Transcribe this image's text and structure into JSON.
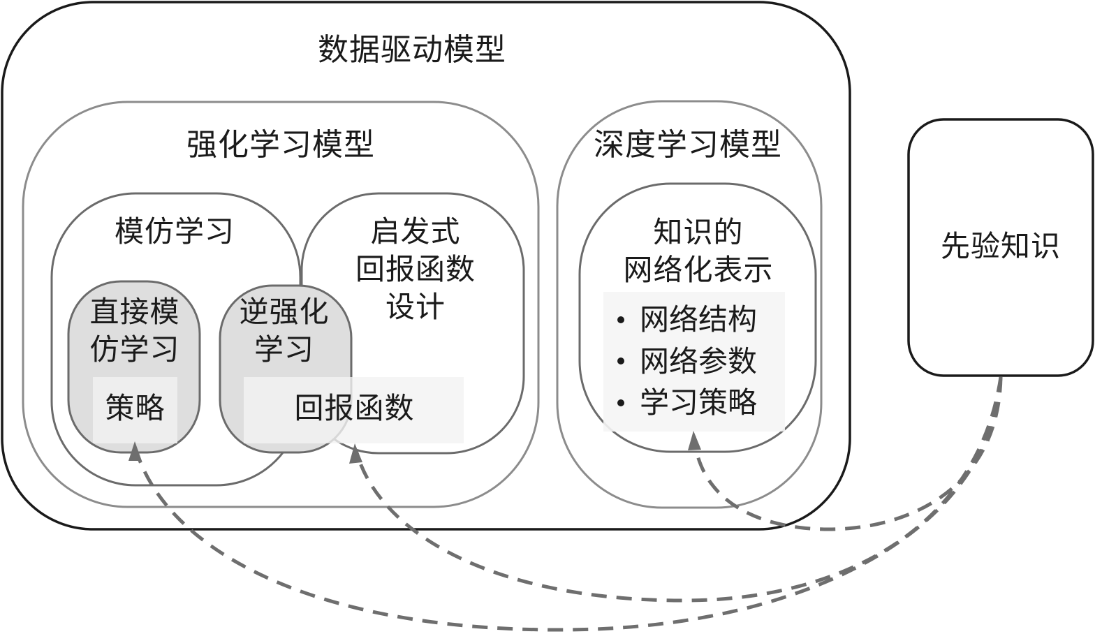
{
  "diagram": {
    "outer": {
      "title": "数据驱动模型"
    },
    "rl_model": {
      "title": "强化学习模型",
      "imitation": {
        "title": "模仿学习"
      },
      "direct_imitation": {
        "title_line1": "直接模",
        "title_line2": "仿学习",
        "output": "策略"
      },
      "inverse_rl": {
        "title_line1": "逆强化",
        "title_line2": "学习"
      },
      "heuristic": {
        "title_line1": "启发式",
        "title_line2": "回报函数",
        "title_line3": "设计"
      },
      "shared_output": "回报函数"
    },
    "dl_model": {
      "title": "深度学习模型",
      "network_repr": {
        "title_line1": "知识的",
        "title_line2": "网络化表示",
        "items": [
          "网络结构",
          "网络参数",
          "学习策略"
        ]
      }
    },
    "prior_knowledge": {
      "title": "先验知识"
    },
    "edges": [
      {
        "from": "先验知识",
        "to": "策略",
        "style": "dashed-arrow"
      },
      {
        "from": "先验知识",
        "to": "回报函数",
        "style": "dashed-arrow"
      },
      {
        "from": "先验知识",
        "to": "网络化表示",
        "style": "dashed-arrow"
      }
    ],
    "colors": {
      "outer_border": "#1a1a1a",
      "mid_border": "#8c8c8c",
      "inner_border": "#6b6b6b",
      "grey_fill": "#dedede",
      "arrow": "#6e6e6e"
    }
  }
}
